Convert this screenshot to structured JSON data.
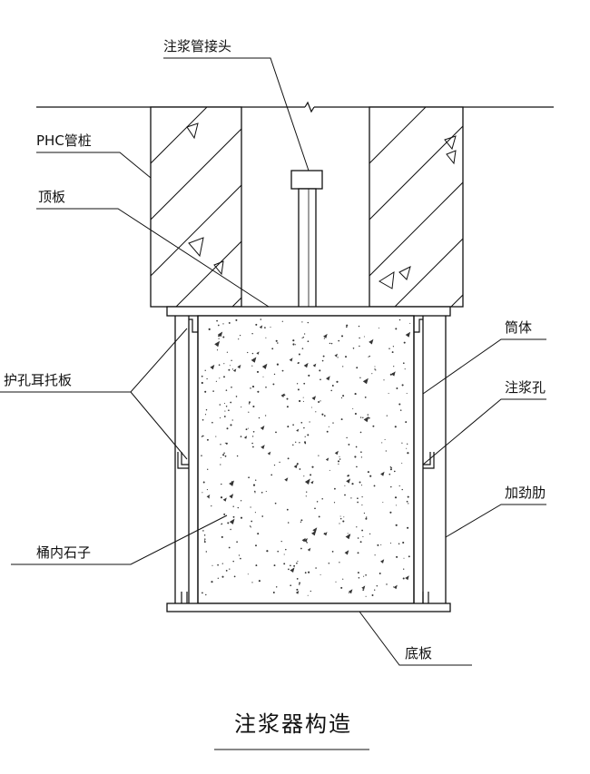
{
  "labels": {
    "grout_pipe_joint": "注浆管接头",
    "phc_pile": "PHC管桩",
    "top_plate": "顶板",
    "guard_ear_plate": "护孔耳托板",
    "barrel_stone": "桶内石子",
    "cylinder": "筒体",
    "grout_hole": "注浆孔",
    "stiffener": "加劲肋",
    "bottom_plate": "底板"
  },
  "title": "注浆器构造",
  "colors": {
    "line": "#111111",
    "background": "#ffffff"
  }
}
